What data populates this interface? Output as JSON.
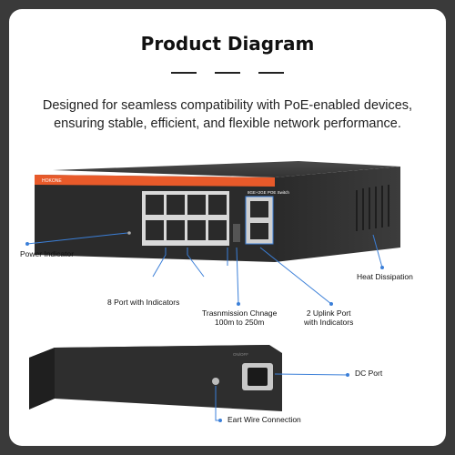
{
  "header": {
    "title": "Product Diagram",
    "subtitle_line1": "Designed for seamless compatibility with PoE-enabled devices,",
    "subtitle_line2": "ensuring stable, efficient, and flexible network performance."
  },
  "device": {
    "brand": "HOKONE",
    "badge": "8GE+2GE POE Switch",
    "rear_mark": "ON/OFF"
  },
  "callouts": {
    "power_indicator": "Power Indicator",
    "ports_8": "8 Port with Indicators",
    "transmission_line1": "Trasnmission Chnage",
    "transmission_line2": "100m to 250m",
    "uplink_line1": "2 Uplink Port",
    "uplink_line2": "with Indicators",
    "heat": "Heat Dissipation",
    "dc_port": "DC Port",
    "earth": "Eart Wire Connection"
  },
  "colors": {
    "accent_line": "#3b7fd8",
    "stripe": "#e85a2a",
    "body": "#2b2b2b"
  }
}
